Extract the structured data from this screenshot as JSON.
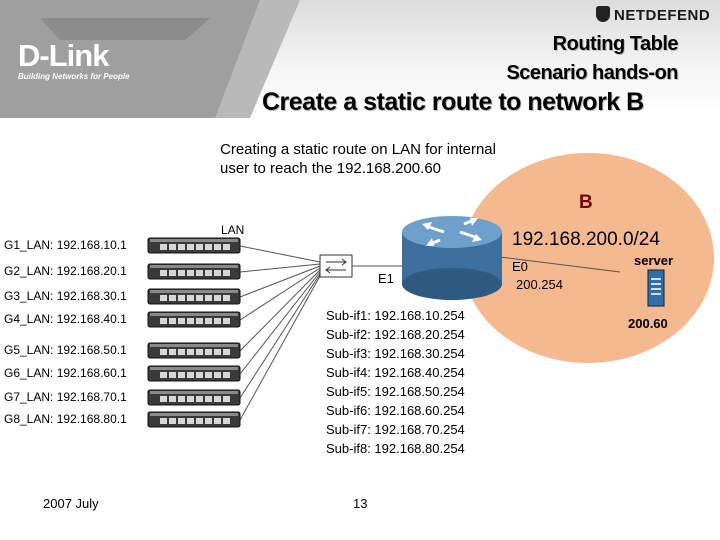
{
  "header": {
    "brand": "D-Link",
    "brand_tagline": "Building Networks for People",
    "product": "NETDEFEND",
    "title_line1": "Routing Table",
    "title_line2": "Scenario hands-on",
    "title_line3": "Create a static route to network B"
  },
  "description": "Creating  a static route on LAN for internal user to reach the 192.168.200.60",
  "network_b": {
    "label": "B",
    "subnet": "192.168.200.0/24",
    "interface": "E0",
    "interface_ip": "200.254",
    "server_label": "server",
    "server_ip": "200.60"
  },
  "lan_label": "LAN",
  "e1_label": "E1",
  "lan_groups": [
    "G1_LAN: 192.168.10.1",
    "G2_LAN: 192.168.20.1",
    "G3_LAN: 192.168.30.1",
    "G4_LAN: 192.168.40.1",
    "G5_LAN: 192.168.50.1",
    "G6_LAN: 192.168.60.1",
    "G7_LAN: 192.168.70.1",
    "G8_LAN: 192.168.80.1"
  ],
  "sub_interfaces": [
    "Sub-if1: 192.168.10.254",
    "Sub-if2: 192.168.20.254",
    "Sub-if3: 192.168.30.254",
    "Sub-if4: 192.168.40.254",
    "Sub-if5: 192.168.50.254",
    "Sub-if6: 192.168.60.254",
    "Sub-if7: 192.168.70.254",
    "Sub-if8: 192.168.80.254"
  ],
  "footer": {
    "date": "2007 July",
    "page": "13"
  },
  "colors": {
    "network_b_cloud": "#f4b98f",
    "router_blue": "#4f86b8",
    "server_blue": "#2f6ea8",
    "switch_dark": "#3a3a3a"
  }
}
